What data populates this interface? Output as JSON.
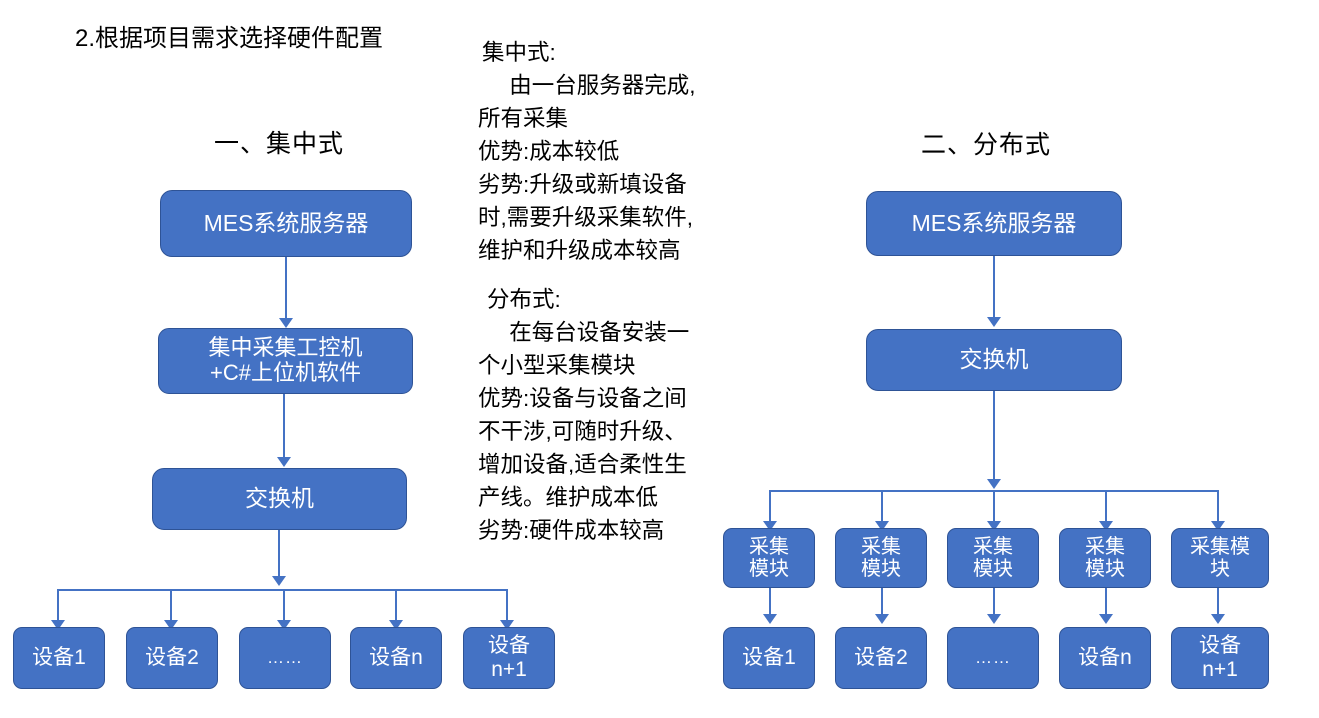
{
  "page": {
    "heading": "2.根据项目需求选择硬件配置",
    "background_color": "#FFFFFF",
    "node_fill_color": "#4472C4",
    "node_border_color": "#2E5396",
    "connector_color": "#4472C4",
    "text_color": "#000000",
    "node_text_color": "#FFFFFF"
  },
  "centralized": {
    "title": "一、集中式",
    "nodes": {
      "server": "MES系统服务器",
      "collector": "集中采集工控机\n+C#上位机软件",
      "switch": "交换机"
    },
    "devices": [
      {
        "label": "设备1"
      },
      {
        "label": "设备2"
      },
      {
        "label": "……"
      },
      {
        "label": "设备n"
      },
      {
        "label": "设备\nn+1"
      }
    ]
  },
  "notes": {
    "centralized": {
      "title": "集中式:",
      "body": "     由一台服务器完成,\n所有采集",
      "pros": "优势:成本较低",
      "cons": "劣势:升级或新填设备\n时,需要升级采集软件,\n维护和升级成本较高"
    },
    "distributed": {
      "title": "分布式:",
      "body": "     在每台设备安装一\n个小型采集模块",
      "pros": "优势:设备与设备之间\n不干涉,可随时升级、\n增加设备,适合柔性生\n产线。维护成本低",
      "cons": "劣势:硬件成本较高"
    }
  },
  "distributed": {
    "title": "二、分布式",
    "nodes": {
      "server": "MES系统服务器",
      "switch": "交换机"
    },
    "modules": [
      {
        "label": "采集\n模块"
      },
      {
        "label": "采集\n模块"
      },
      {
        "label": "采集\n模块"
      },
      {
        "label": "采集\n模块"
      },
      {
        "label": "采集模\n块"
      }
    ],
    "devices": [
      {
        "label": "设备1"
      },
      {
        "label": "设备2"
      },
      {
        "label": "……"
      },
      {
        "label": "设备n"
      },
      {
        "label": "设备\nn+1"
      }
    ]
  }
}
